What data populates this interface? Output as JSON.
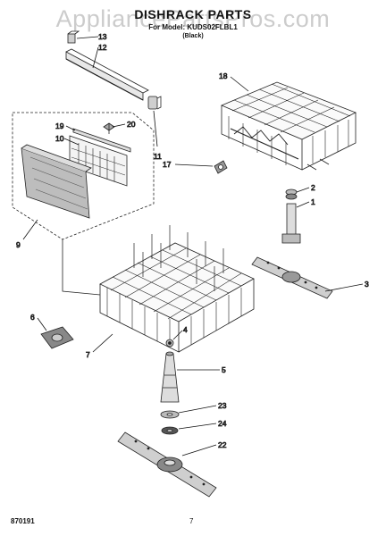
{
  "header": {
    "title": "DISHRACK PARTS",
    "subtitle": "For Model: KUDS02FLBL1",
    "color_note": "(Black)"
  },
  "watermark": "AppliancePartsPros.com",
  "footer": {
    "code": "870191",
    "page": "7"
  },
  "callouts": [
    {
      "id": "c13",
      "label": "13"
    },
    {
      "id": "c12",
      "label": "12"
    },
    {
      "id": "c18",
      "label": "18"
    },
    {
      "id": "c19",
      "label": "19"
    },
    {
      "id": "c20",
      "label": "20"
    },
    {
      "id": "c10",
      "label": "10"
    },
    {
      "id": "c11",
      "label": "11"
    },
    {
      "id": "c17",
      "label": "17"
    },
    {
      "id": "c2",
      "label": "2"
    },
    {
      "id": "c1",
      "label": "1"
    },
    {
      "id": "c9",
      "label": "9"
    },
    {
      "id": "c3",
      "label": "3"
    },
    {
      "id": "c6",
      "label": "6"
    },
    {
      "id": "c4",
      "label": "4"
    },
    {
      "id": "c7",
      "label": "7"
    },
    {
      "id": "c5",
      "label": "5"
    },
    {
      "id": "c23",
      "label": "23"
    },
    {
      "id": "c24",
      "label": "24"
    },
    {
      "id": "c22",
      "label": "22"
    }
  ]
}
